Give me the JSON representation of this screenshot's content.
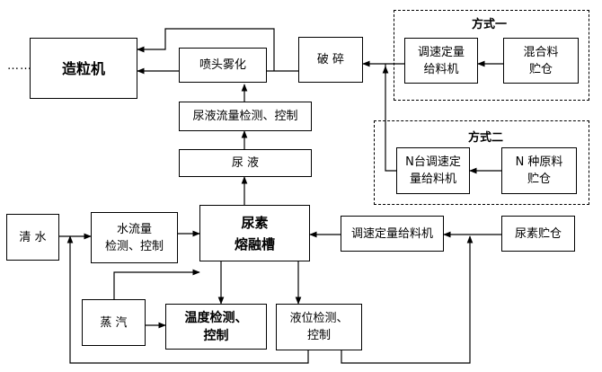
{
  "nodes": {
    "granulator": "造粒机",
    "spray": "喷头雾化",
    "crush": "破 碎",
    "urine_flow": "尿液流量检测、控制",
    "urine": "尿 液",
    "feeder1_l1": "调速定量",
    "feeder1_l2": "给料机",
    "mix_l1": "混合料",
    "mix_l2": "贮仓",
    "feederN_l1": "N台调速定",
    "feederN_l2": "量给料机",
    "rawN_l1": "N 种原料",
    "rawN_l2": "贮仓",
    "water": "清 水",
    "water_flow_l1": "水流量",
    "water_flow_l2": "检测、控制",
    "tank_l1": "尿素",
    "tank_l2": "熔融槽",
    "feeder_main": "调速定量给料机",
    "urea_bin": "尿素贮仓",
    "steam": "蒸 汽",
    "temp_l1": "温度检测、",
    "temp_l2": "控制",
    "level_l1": "液位检测、",
    "level_l2": "控制"
  },
  "groups": {
    "mode1": "方式一",
    "mode2": "方式二"
  },
  "ellipsis": "……"
}
